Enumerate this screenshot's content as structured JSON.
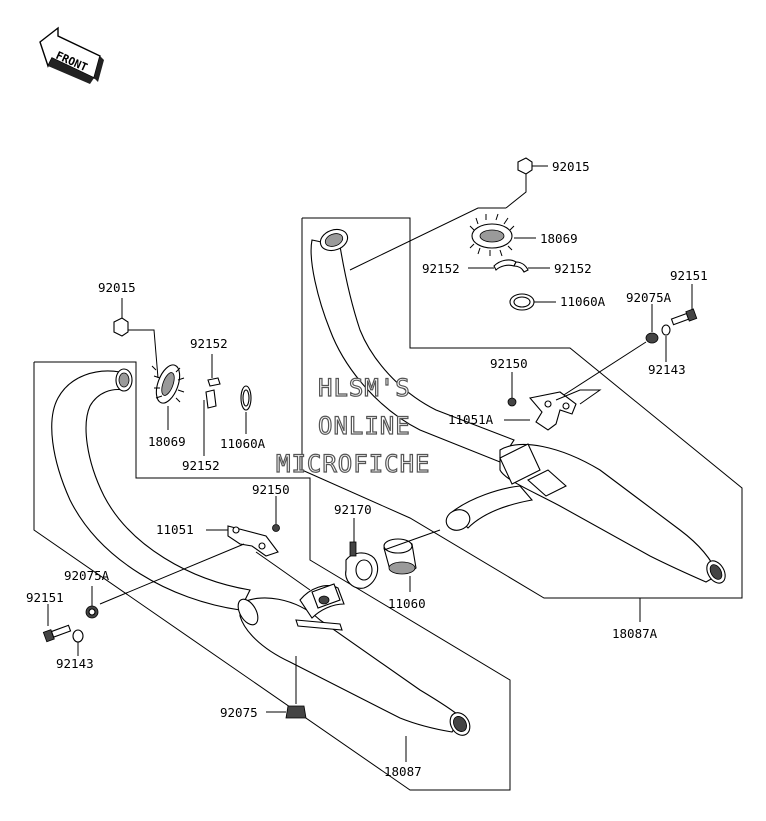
{
  "front_label": "FRONT",
  "watermark": {
    "line1": "HLSM'S",
    "line2": "ONLINE",
    "line3": "MICROFICHE"
  },
  "labels": {
    "l_92015_top": "92015",
    "l_18069_top": "18069",
    "l_92152_tl": "92152",
    "l_92152_tr": "92152",
    "l_11060A_top": "11060A",
    "l_92151_top": "92151",
    "l_92075A_top": "92075A",
    "l_92143_top": "92143",
    "l_92150_top": "92150",
    "l_11051A": "11051A",
    "l_92015_left": "92015",
    "l_92152_left_top": "92152",
    "l_18069_left": "18069",
    "l_92152_left_bot": "92152",
    "l_11060A_left": "11060A",
    "l_92150_mid": "92150",
    "l_11051": "11051",
    "l_92170": "92170",
    "l_92075A_left": "92075A",
    "l_92151_left": "92151",
    "l_92143_left": "92143",
    "l_11060": "11060",
    "l_18087A": "18087A",
    "l_92075": "92075",
    "l_18087": "18087"
  }
}
